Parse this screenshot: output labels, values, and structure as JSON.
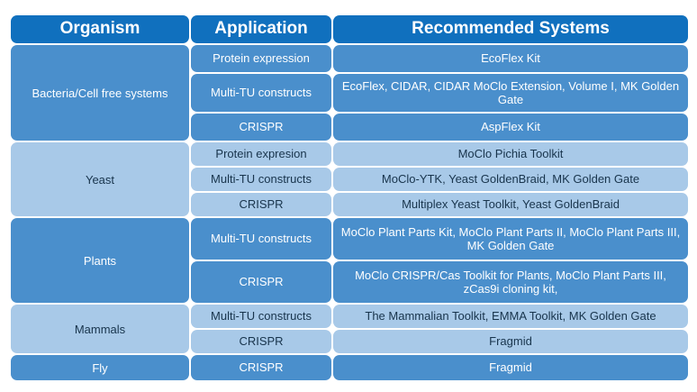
{
  "table": {
    "headers": [
      {
        "label": "Organism"
      },
      {
        "label": "Application"
      },
      {
        "label": "Recommended Systems"
      }
    ],
    "groups": [
      {
        "organism": "Bacteria/Cell free systems",
        "tone": "tone-mid",
        "rows": [
          {
            "application": "Protein expression",
            "systems": "EcoFlex Kit",
            "height": "h-30"
          },
          {
            "application": "Multi-TU constructs",
            "systems": "EcoFlex, CIDAR, CIDAR MoClo Extension, Volume I, MK Golden Gate",
            "height": "h-42"
          },
          {
            "application": "CRISPR",
            "systems": "AspFlex Kit",
            "height": "h-30"
          }
        ]
      },
      {
        "organism": "Yeast",
        "tone": "tone-lite",
        "rows": [
          {
            "application": "Protein expresion",
            "systems": "MoClo Pichia Toolkit",
            "height": "h-26"
          },
          {
            "application": "Multi-TU constructs",
            "systems": "MoClo-YTK, Yeast GoldenBraid, MK Golden Gate",
            "height": "h-26"
          },
          {
            "application": "CRISPR",
            "systems": "Multiplex Yeast Toolkit, Yeast GoldenBraid",
            "height": "h-26"
          }
        ]
      },
      {
        "organism": "Plants",
        "tone": "tone-mid",
        "rows": [
          {
            "application": "Multi-TU constructs",
            "systems": "MoClo Plant Parts Kit, MoClo Plant Parts II, MoClo Plant Parts III, MK Golden Gate",
            "height": "h-46"
          },
          {
            "application": "CRISPR",
            "systems": "MoClo CRISPR/Cas Toolkit for Plants, MoClo Plant Parts III, zCas9i cloning kit,",
            "height": "h-46"
          }
        ]
      },
      {
        "organism": "Mammals",
        "tone": "tone-lite",
        "rows": [
          {
            "application": "Multi-TU constructs",
            "systems": "The Mammalian Toolkit, EMMA Toolkit, MK Golden Gate",
            "height": "h-26"
          },
          {
            "application": "CRISPR",
            "systems": "Fragmid",
            "height": "h-26"
          }
        ]
      },
      {
        "organism": "Fly",
        "tone": "tone-mid",
        "rows": [
          {
            "application": "CRISPR",
            "systems": "Fragmid",
            "height": "h-28"
          }
        ]
      }
    ]
  },
  "colors": {
    "header_blue": "#1070be",
    "band_medium": "#4a8fcc",
    "band_light": "#a8c9e8",
    "text_light": "#ffffff",
    "text_dark": "#18344c",
    "page_background": "#ffffff"
  }
}
